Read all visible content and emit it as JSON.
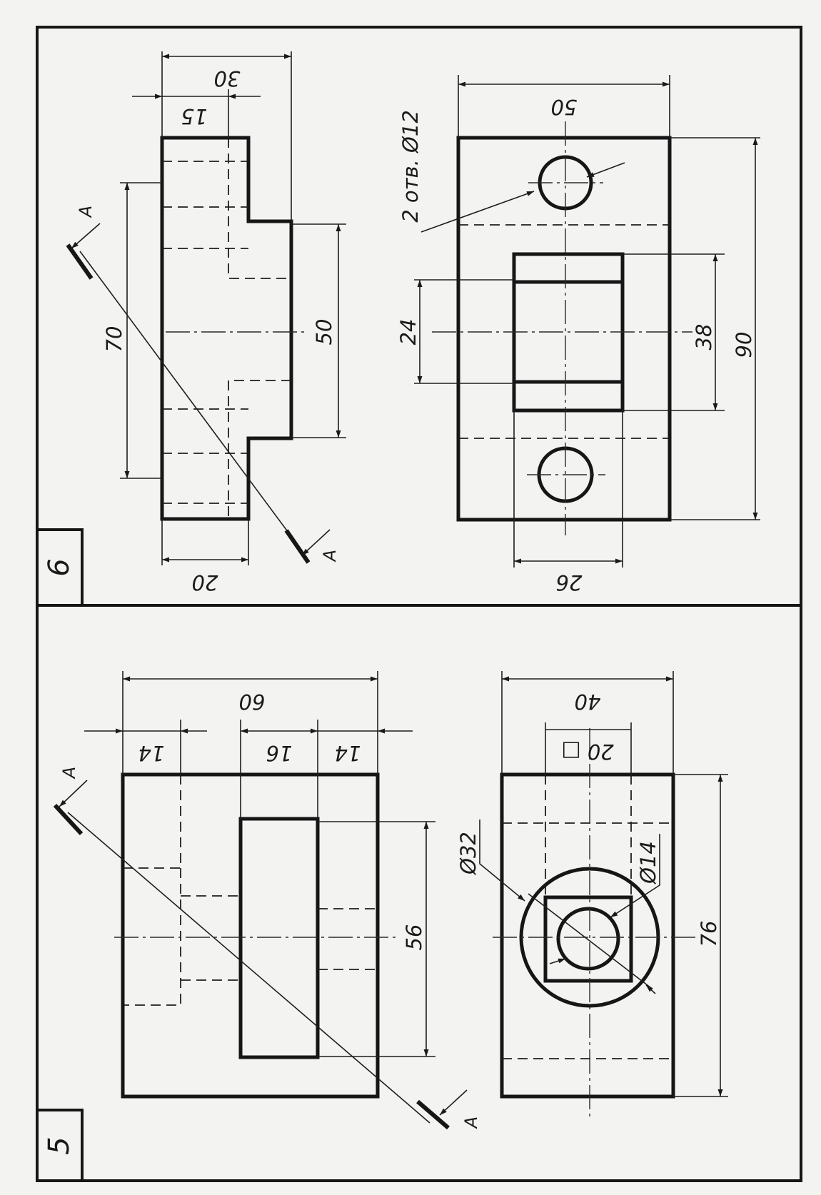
{
  "panels": [
    {
      "number": "6",
      "dims": {
        "d30": "30",
        "d15": "15",
        "d70": "70",
        "d50a": "50",
        "d20": "20",
        "d50b": "50",
        "holes": "2 отв. Ø12",
        "d24": "24",
        "d38": "38",
        "d90": "90",
        "d26": "26"
      },
      "cut_label": "A"
    },
    {
      "number": "5",
      "dims": {
        "d60": "60",
        "d14a": "14",
        "d16": "16",
        "d14b": "14",
        "d56": "56",
        "d40": "40",
        "d20sq": "20 □",
        "d32": "Ø32",
        "d14c": "Ø14",
        "d76": "76"
      },
      "cut_label": "A"
    }
  ],
  "icons": [
    "arrowhead",
    "section-cut-mark"
  ]
}
